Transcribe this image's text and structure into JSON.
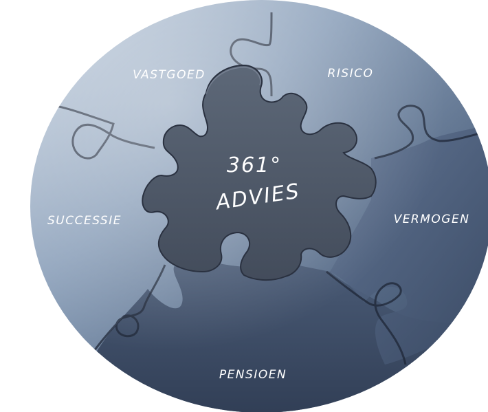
{
  "diagram": {
    "center": {
      "line1": "361°",
      "line2": "ADVIES"
    },
    "segments": [
      {
        "id": "vastgoed",
        "label": "VASTGOED"
      },
      {
        "id": "risico",
        "label": "RISICO"
      },
      {
        "id": "vermogen",
        "label": "VERMOGEN"
      },
      {
        "id": "pensioen",
        "label": "PENSIOEN"
      },
      {
        "id": "successie",
        "label": "SUCCESSIE"
      }
    ],
    "colors": {
      "outer_light": "#aebdd0",
      "outer_dark": "#3d4d67",
      "center_piece": "#4f5a6b",
      "seam": "#1e2636",
      "label": "#ffffff"
    }
  }
}
